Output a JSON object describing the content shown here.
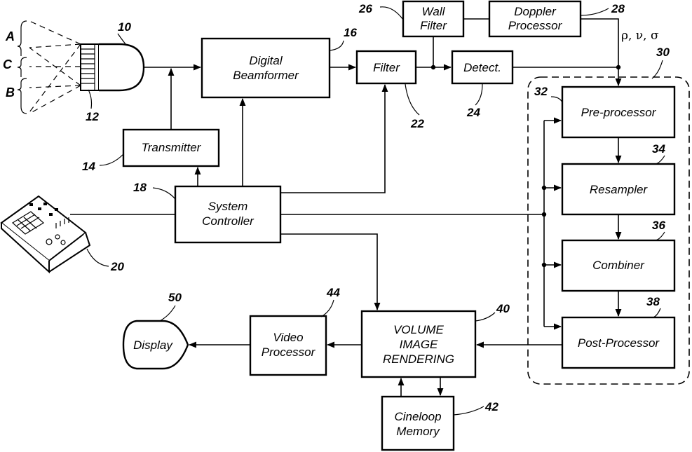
{
  "blocks": {
    "transducer": {
      "ref": "10",
      "element_ref": "12"
    },
    "transmitter": {
      "label": "Transmitter",
      "ref": "14"
    },
    "digital_beamformer": {
      "lines": [
        "Digital",
        "Beamformer"
      ],
      "ref": "16"
    },
    "system_controller": {
      "lines": [
        "System",
        "Controller"
      ],
      "ref": "18"
    },
    "user_interface": {
      "ref": "20"
    },
    "filter": {
      "label": "Filter",
      "ref": "22"
    },
    "detect": {
      "label": "Detect.",
      "ref": "24"
    },
    "wall_filter": {
      "lines": [
        "Wall",
        "Filter"
      ],
      "ref": "26"
    },
    "doppler_processor": {
      "lines": [
        "Doppler",
        "Processor"
      ],
      "ref": "28"
    },
    "scan_converter_group": {
      "ref": "30"
    },
    "pre_processor": {
      "label": "Pre-processor",
      "ref": "32"
    },
    "resampler": {
      "label": "Resampler",
      "ref": "34"
    },
    "combiner": {
      "label": "Combiner",
      "ref": "36"
    },
    "post_processor": {
      "label": "Post-Processor",
      "ref": "38"
    },
    "volume_image_rendering": {
      "lines": [
        "VOLUME",
        "IMAGE",
        "RENDERING"
      ],
      "ref": "40"
    },
    "cineloop_memory": {
      "lines": [
        "Cineloop",
        "Memory"
      ],
      "ref": "42"
    },
    "video_processor": {
      "lines": [
        "Video",
        "Processor"
      ],
      "ref": "44"
    },
    "display": {
      "label": "Display",
      "ref": "50"
    }
  },
  "beams": {
    "a": "A",
    "b": "B",
    "c": "C"
  },
  "doppler_outputs": "ρ, ν, σ"
}
